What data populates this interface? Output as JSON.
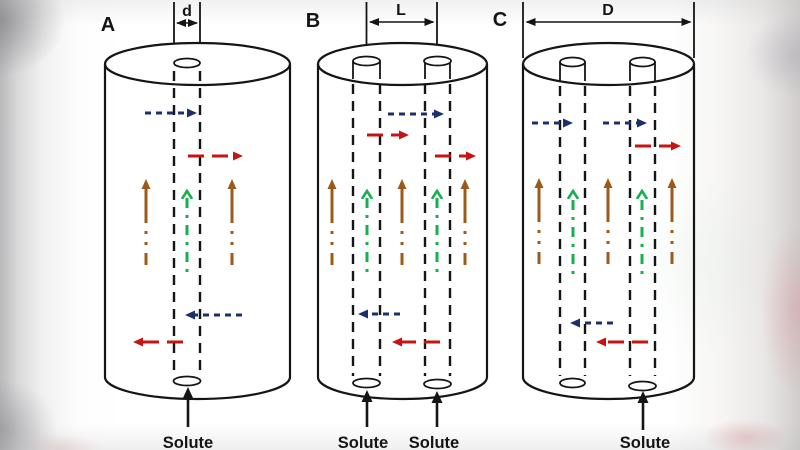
{
  "panels": [
    {
      "label": "A",
      "dimension": "d",
      "solute": [
        "Solute"
      ]
    },
    {
      "label": "B",
      "dimension": "L",
      "solute": [
        "Solute",
        "Solute"
      ]
    },
    {
      "label": "C",
      "dimension": "D",
      "solute": [
        "Solute"
      ]
    }
  ],
  "colors": {
    "navy": "#1b2f6e",
    "red": "#c41414",
    "green": "#17b04e",
    "brown": "#9c5a1a",
    "ink": "#151515"
  }
}
